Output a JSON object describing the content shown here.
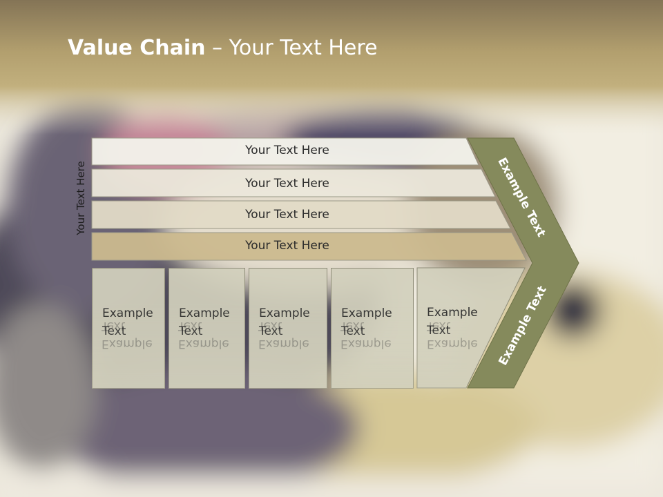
{
  "title": {
    "bold": "Value Chain",
    "rest": " – Your Text Here"
  },
  "side_label": "Your Text Here",
  "bars": [
    "Your Text Here",
    "Your Text Here",
    "Your Text Here",
    "Your Text Here"
  ],
  "boxes": [
    [
      "Example",
      "Text"
    ],
    [
      "Example",
      "Text"
    ],
    [
      "Example",
      "Text"
    ],
    [
      "Example",
      "Text"
    ],
    [
      "Example",
      "Text"
    ]
  ],
  "chevron": {
    "top_label": "Example Text",
    "bottom_label": "Example Text"
  },
  "colors": {
    "header": "#a09060",
    "bar_light": "#f3f1ea",
    "bar_dark": "#cbb98e",
    "chevron": "#858a5c",
    "box": "#d2d0bc"
  }
}
